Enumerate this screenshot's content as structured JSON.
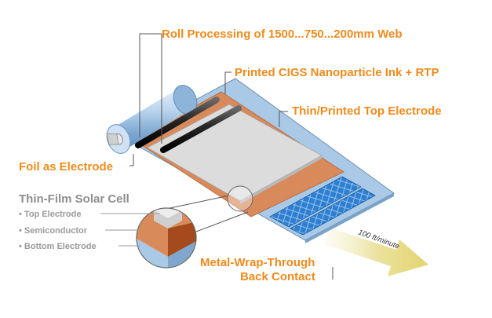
{
  "labels": {
    "roll_processing": "Roll Processing of 1500...750...200mm Web",
    "printed_cigs": "Printed CIGS Nanoparticle Ink + RTP",
    "top_electrode_layer": "Thin/Printed Top Electrode",
    "foil_electrode": "Foil as Electrode",
    "metal_wrap_line1": "Metal-Wrap-Through",
    "metal_wrap_line2": "Back Contact",
    "speed": "100 ft/minute"
  },
  "legend": {
    "title": "Thin-Film Solar Cell",
    "items": [
      {
        "bullet": "•",
        "label": "Top Electrode"
      },
      {
        "bullet": "•",
        "label": "Semiconductor"
      },
      {
        "bullet": "•",
        "label": "Bottom Electrode"
      }
    ]
  },
  "colors": {
    "orange_label": "#f18a1c",
    "foil_blue": "#a9c9e6",
    "copper": "#d98a5a",
    "top_electrode_gray": "#dcdcdc",
    "cell_blue": "#2f7fd1",
    "semiconductor_brown": "#a44a1c",
    "arrow_yellow": "#e8dc8c"
  }
}
